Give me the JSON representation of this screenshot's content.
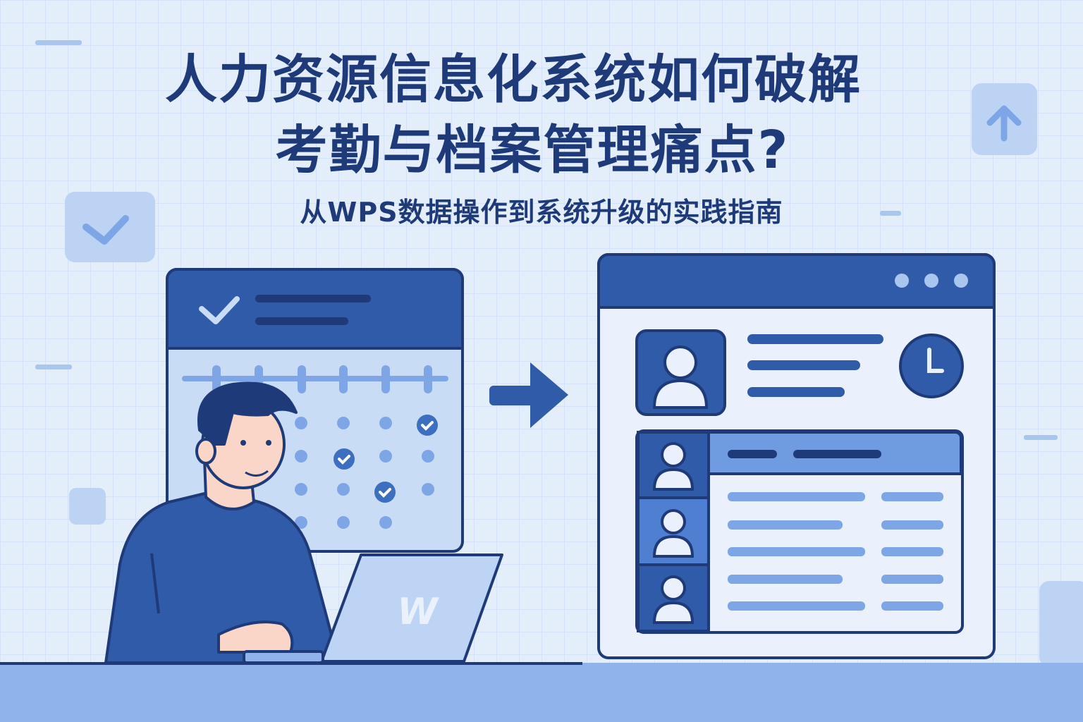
{
  "title": {
    "line1": "人力资源信息化系统如何破解",
    "line2": "考勤与档案管理痛点?"
  },
  "subtitle": "从WPS数据操作到系统升级的实践指南",
  "laptop_logo": "W",
  "colors": {
    "background": "#e4eefb",
    "navy": "#1f3a78",
    "primary": "#2f5ba8",
    "light": "#9fc0ef",
    "pale": "#c9dcf6"
  }
}
